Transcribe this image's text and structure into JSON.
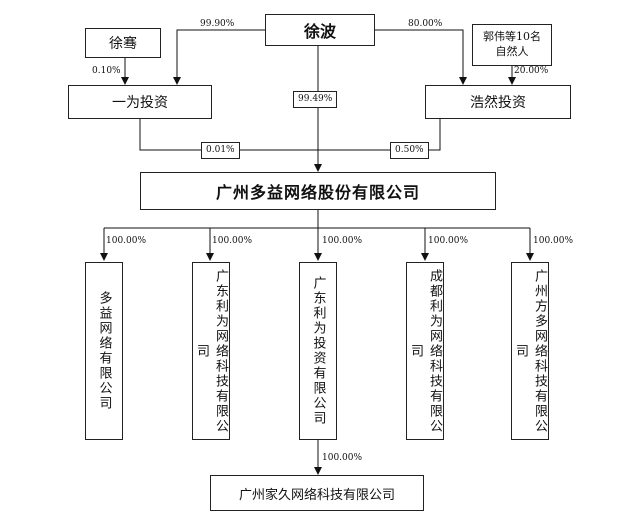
{
  "nodes": {
    "xu_bo": "徐波",
    "xu_jian": "徐骞",
    "guo_wei": "郭伟等10名\n自然人",
    "yiwei": "一为投资",
    "haoran": "浩然投资",
    "guangzhou_duoyi": "广州多益网络股份有限公司",
    "sub1": "多益网络有限公司",
    "sub2": "广东利为网络科技有限公司",
    "sub3": "广东利为投资有限公司",
    "sub4": "成都利为网络科技有限公司",
    "sub5": "广州方多网络科技有限公司",
    "jiajiu": "广州家久网络科技有限公司"
  },
  "percents": {
    "xubo_to_yiwei": "99.90%",
    "xubo_to_haoran": "80.00%",
    "xujian_to_yiwei": "0.10%",
    "guowei_to_haoran": "20.00%",
    "xubo_to_duoyi": "99.49%",
    "yiwei_to_duoyi": "0.01%",
    "haoran_to_duoyi": "0.50%",
    "sub1": "100.00%",
    "sub2": "100.00%",
    "sub3": "100.00%",
    "sub4": "100.00%",
    "sub5": "100.00%",
    "jiajiu": "100.00%"
  }
}
